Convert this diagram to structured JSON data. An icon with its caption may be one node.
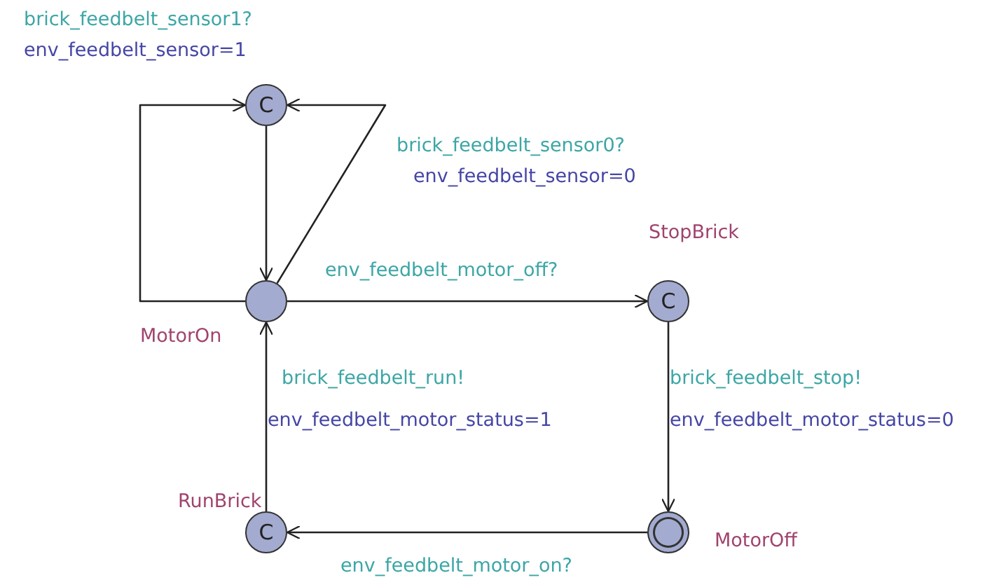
{
  "diagram": {
    "nodes": [
      {
        "text": [
          "C"
        ]
      },
      {
        "text": [],
        "shape": "circle",
        "beside": [
          "MotorOn"
        ]
      },
      {
        "text": [
          "C"
        ],
        "beside": [
          "StopBrick"
        ]
      },
      {
        "text": [],
        "shape": "double-circle",
        "beside": [
          "MotorOff"
        ]
      },
      {
        "text": [
          "C"
        ],
        "beside": [
          "RunBrick"
        ]
      }
    ],
    "edges": [
      {
        "from": 1,
        "to": 0,
        "arrow": "to",
        "label": "brick_feedbelt_sensor1?"
      },
      {
        "from": 0,
        "to": 1,
        "arrow": "to"
      },
      {
        "from": 1,
        "to": 0,
        "arrow": "to",
        "label": "brick_feedbelt_sensor0?"
      },
      {
        "from": 1,
        "to": 2,
        "arrow": "to",
        "label": "env_feedbelt_motor_off?"
      },
      {
        "from": 2,
        "to": 3,
        "arrow": "to",
        "label": "brick_feedbelt_stop!"
      },
      {
        "from": 3,
        "to": 4,
        "arrow": "to",
        "label": "env_feedbelt_motor_on?"
      },
      {
        "from": 4,
        "to": 1,
        "arrow": "to",
        "label": "brick_feedbelt_run!"
      }
    ],
    "labels": [
      "env_feedbelt_sensor=1",
      "env_feedbelt_sensor=0",
      "env_feedbelt_motor_status=1",
      "env_feedbelt_motor_status=0"
    ]
  }
}
